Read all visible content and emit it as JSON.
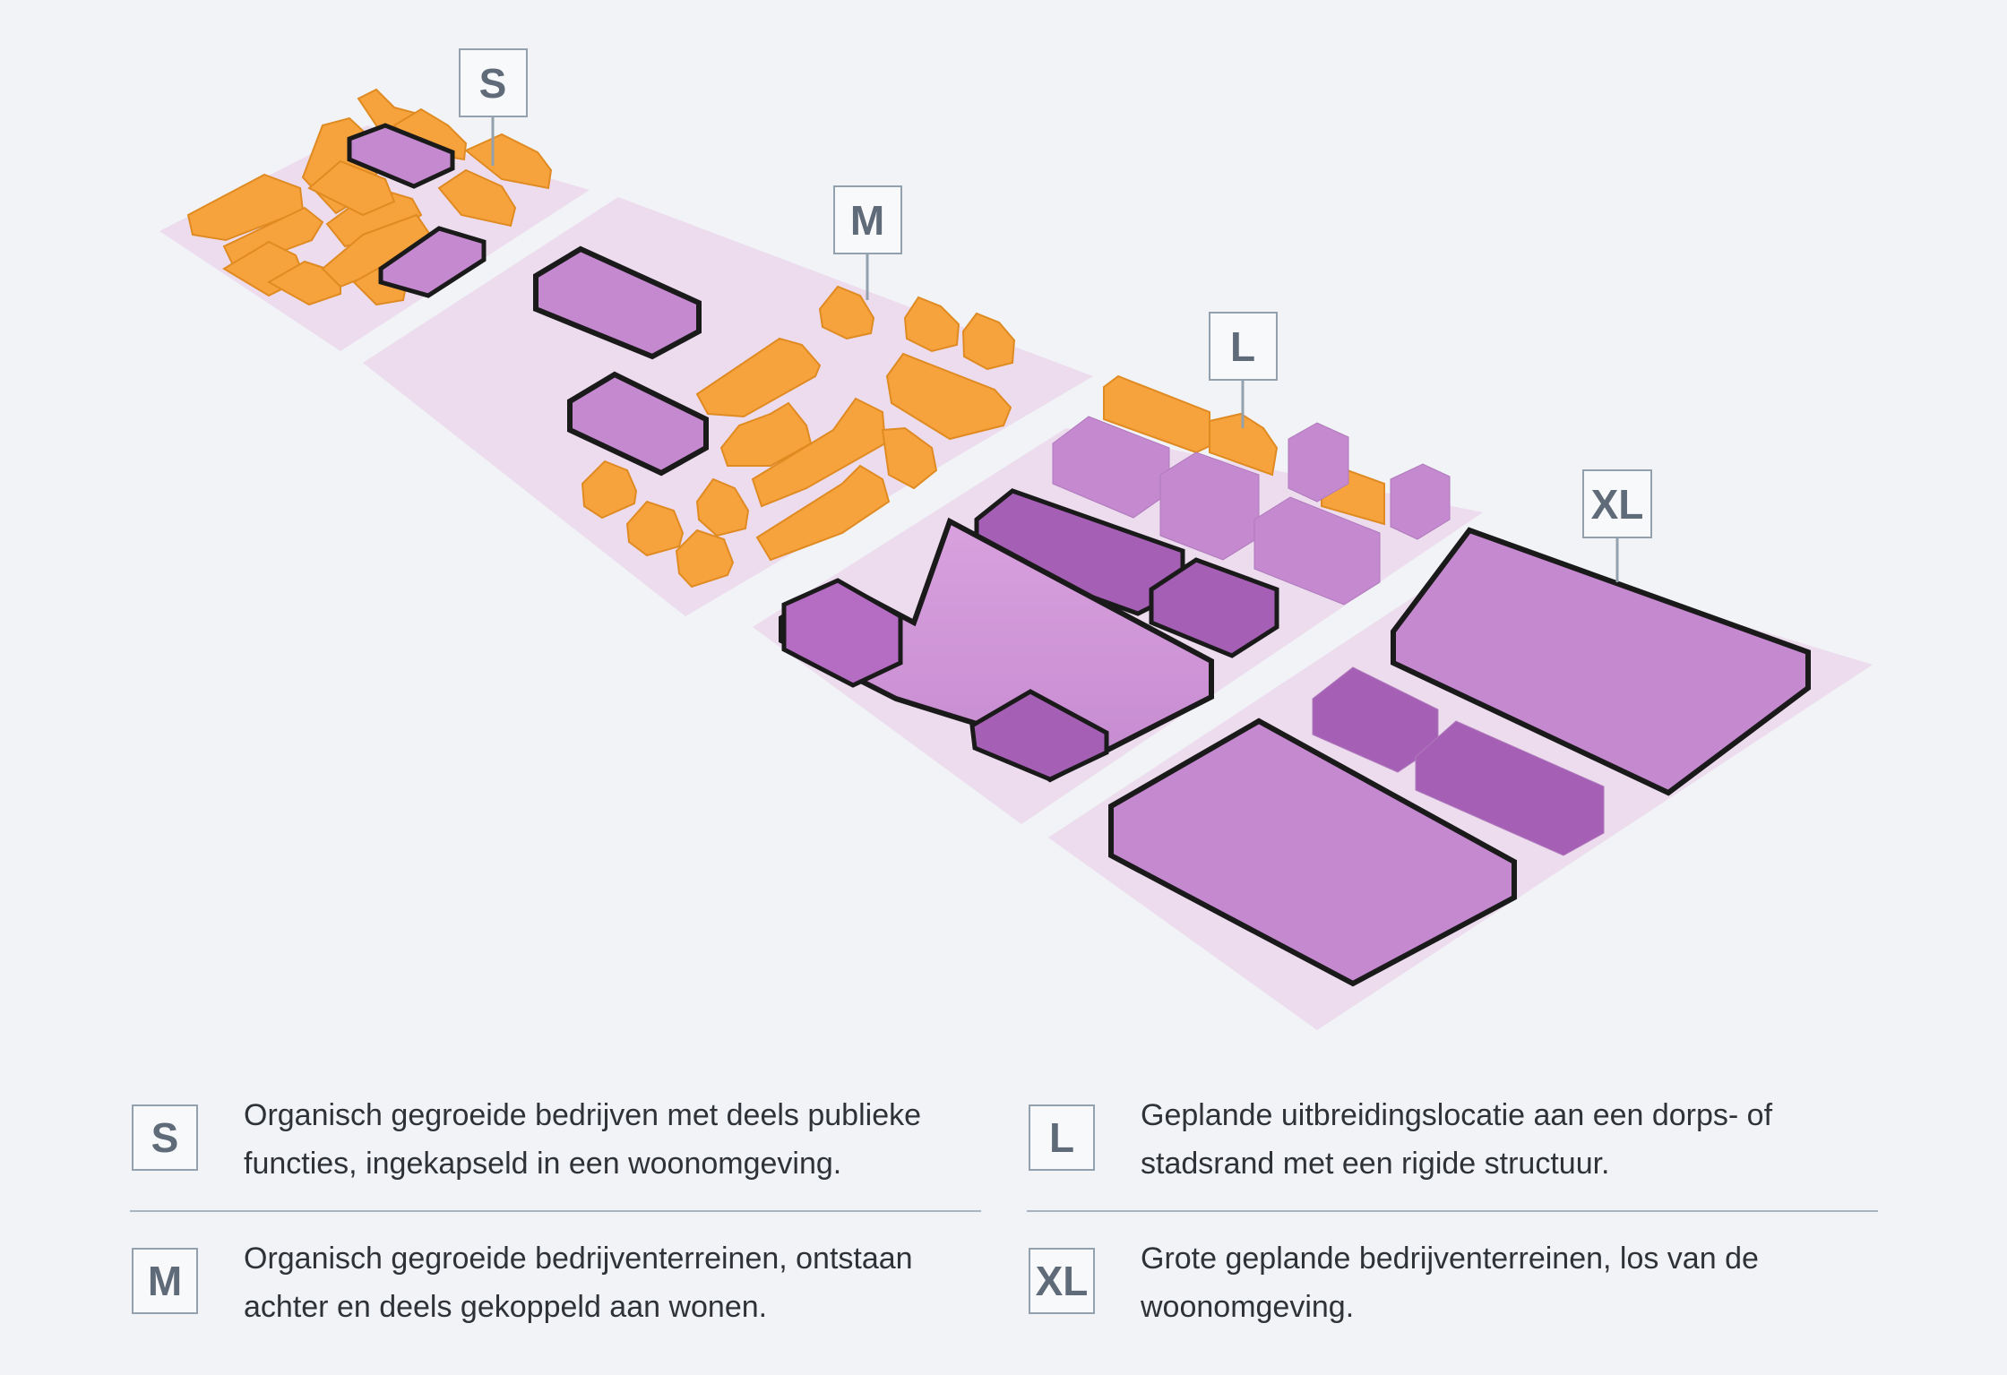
{
  "callouts": {
    "s": "S",
    "m": "M",
    "l": "L",
    "xl": "XL"
  },
  "legend": [
    {
      "badge": "S",
      "line1": "Organisch gegroeide bedrijven met deels publieke",
      "line2": "functies, ingekapseld in een woonomgeving."
    },
    {
      "badge": "L",
      "line1": "Geplande uitbreidingslocatie aan een dorps- of",
      "line2": "stadsrand met een rigide structuur."
    },
    {
      "badge": "M",
      "line1": "Organisch gegroeide bedrijventerreinen, ontstaan",
      "line2": "achter en deels gekoppeld aan wonen."
    },
    {
      "badge": "XL",
      "line1": "Grote geplande bedrijventerreinen, los van de",
      "line2": "woonomgeving."
    }
  ],
  "colors": {
    "background": "#f1f3f6",
    "plot": "#ecdcee",
    "house": "#f6a33d",
    "company": "#c489cf",
    "outline": "#1a1a1a",
    "callout_border": "#93a0ad",
    "callout_text": "#5f6b78"
  }
}
